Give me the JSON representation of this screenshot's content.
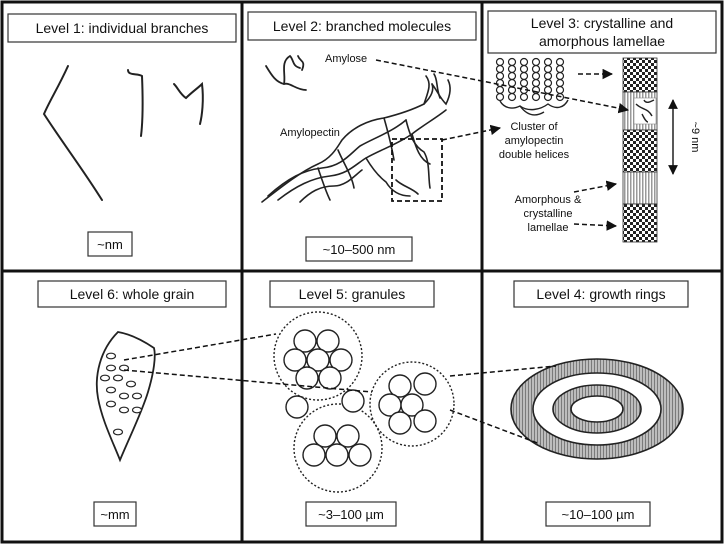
{
  "panels": [
    {
      "title": "Level 1: individual branches",
      "scale": "~nm"
    },
    {
      "title": "Level 2: branched molecules",
      "scale": "~10–500 nm"
    },
    {
      "title_line1": "Level 3: crystalline and",
      "title_line2": "amorphous lamellae"
    },
    {
      "title": "Level 6: whole grain",
      "scale": "~mm"
    },
    {
      "title": "Level 5: granules",
      "scale": "~3–100 µm"
    },
    {
      "title": "Level 4: growth rings",
      "scale": "~10–100 µm"
    }
  ],
  "annotations": {
    "amylose": "Amylose",
    "amylopectin": "Amylopectin",
    "cluster_line1": "Cluster of",
    "cluster_line2": "amylopectin",
    "cluster_line3": "double helices",
    "lamellae_line1": "Amorphous &",
    "lamellae_line2": "crystalline",
    "lamellae_line3": "lamellae",
    "nine_nm": "~9 nm"
  }
}
